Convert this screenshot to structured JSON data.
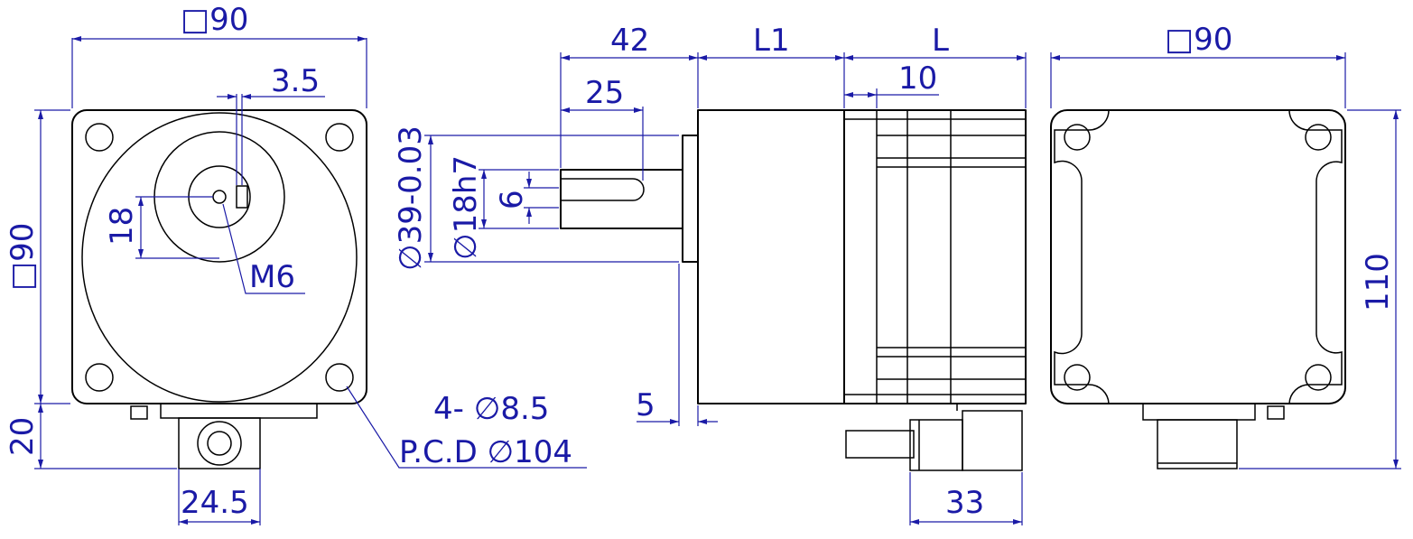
{
  "colors": {
    "dimension": "#1a1aa6",
    "outline": "#000000",
    "background": "#ffffff"
  },
  "front_view": {
    "width_dim": "□90",
    "height_dim": "□90",
    "key_dim": "3.5",
    "offset_dim": "18",
    "thread_dim": "M6",
    "hole_dim": "4- ∅8.5",
    "pcd_dim": "P.C.D ∅104",
    "connector_height_dim": "20",
    "connector_width_dim": "24.5"
  },
  "side_view": {
    "shaft_total_dim": "42",
    "shaft_length_dim": "25",
    "body_l1_dim": "L1",
    "body_l_dim": "L",
    "rear_dim": "10",
    "pilot_dim": "∅39-0.03",
    "shaft_dia_dim": "∅18h7",
    "key_width_dim": "6",
    "flange_dim": "5",
    "connector_dim": "33"
  },
  "rear_view": {
    "width_dim": "□90",
    "height_dim": "110"
  }
}
